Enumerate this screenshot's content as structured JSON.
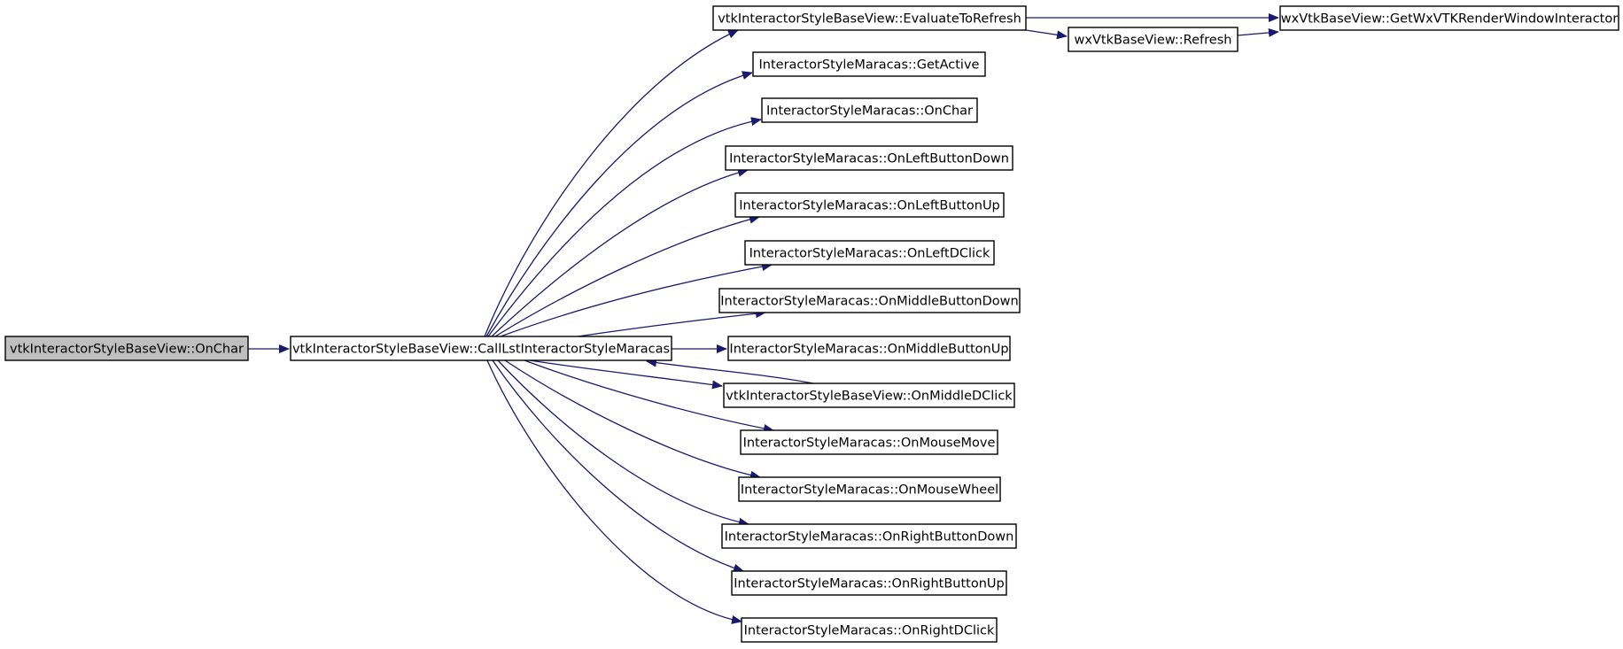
{
  "diagram": {
    "colors": {
      "edge": "#191970",
      "node_fill": "#ffffff",
      "root_fill": "#bfbfbf",
      "node_border": "#000000",
      "text": "#000000"
    },
    "nodes": [
      {
        "id": "onchar_root",
        "label": "vtkInteractorStyleBaseView::OnChar",
        "root": true
      },
      {
        "id": "calllst",
        "label": "vtkInteractorStyleBaseView::CallLstInteractorStyleMaracas"
      },
      {
        "id": "evaluate",
        "label": "vtkInteractorStyleBaseView::EvaluateToRefresh"
      },
      {
        "id": "getactive",
        "label": "InteractorStyleMaracas::GetActive"
      },
      {
        "id": "onchar",
        "label": "InteractorStyleMaracas::OnChar"
      },
      {
        "id": "onleftdown",
        "label": "InteractorStyleMaracas::OnLeftButtonDown"
      },
      {
        "id": "onleftup",
        "label": "InteractorStyleMaracas::OnLeftButtonUp"
      },
      {
        "id": "onleftdclick",
        "label": "InteractorStyleMaracas::OnLeftDClick"
      },
      {
        "id": "onmiddledown",
        "label": "InteractorStyleMaracas::OnMiddleButtonDown"
      },
      {
        "id": "onmiddleup",
        "label": "InteractorStyleMaracas::OnMiddleButtonUp"
      },
      {
        "id": "onmiddledclick",
        "label": "vtkInteractorStyleBaseView::OnMiddleDClick"
      },
      {
        "id": "onmousemove",
        "label": "InteractorStyleMaracas::OnMouseMove"
      },
      {
        "id": "onmousewheel",
        "label": "InteractorStyleMaracas::OnMouseWheel"
      },
      {
        "id": "onrightdown",
        "label": "InteractorStyleMaracas::OnRightButtonDown"
      },
      {
        "id": "onrightup",
        "label": "InteractorStyleMaracas::OnRightButtonUp"
      },
      {
        "id": "onrightdclick",
        "label": "InteractorStyleMaracas::OnRightDClick"
      },
      {
        "id": "refresh",
        "label": "wxVtkBaseView::Refresh"
      },
      {
        "id": "getwxvtk",
        "label": "wxVtkBaseView::GetWxVTKRenderWindowInteractor"
      }
    ],
    "edges": [
      {
        "from": "onchar_root",
        "to": "calllst"
      },
      {
        "from": "calllst",
        "to": "evaluate"
      },
      {
        "from": "calllst",
        "to": "getactive"
      },
      {
        "from": "calllst",
        "to": "onchar"
      },
      {
        "from": "calllst",
        "to": "onleftdown"
      },
      {
        "from": "calllst",
        "to": "onleftup"
      },
      {
        "from": "calllst",
        "to": "onleftdclick"
      },
      {
        "from": "calllst",
        "to": "onmiddledown"
      },
      {
        "from": "calllst",
        "to": "onmiddleup"
      },
      {
        "from": "calllst",
        "to": "onmiddledclick"
      },
      {
        "from": "calllst",
        "to": "onmousemove"
      },
      {
        "from": "calllst",
        "to": "onmousewheel"
      },
      {
        "from": "calllst",
        "to": "onrightdown"
      },
      {
        "from": "calllst",
        "to": "onrightup"
      },
      {
        "from": "calllst",
        "to": "onrightdclick"
      },
      {
        "from": "onmiddledclick",
        "to": "calllst"
      },
      {
        "from": "evaluate",
        "to": "refresh"
      },
      {
        "from": "evaluate",
        "to": "getwxvtk"
      },
      {
        "from": "refresh",
        "to": "getwxvtk"
      }
    ]
  }
}
